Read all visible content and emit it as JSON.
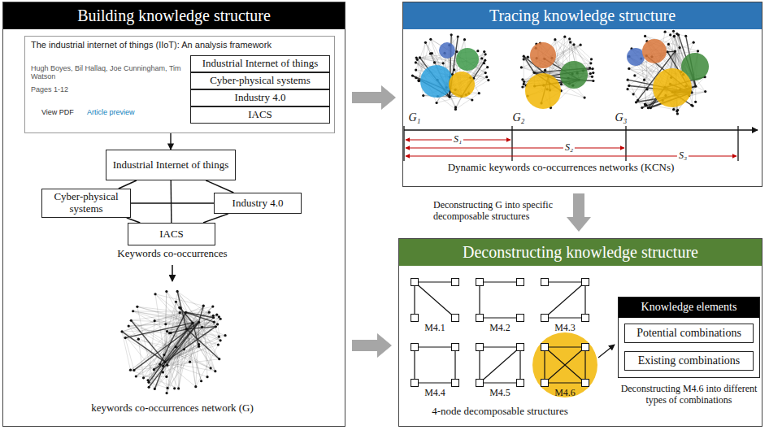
{
  "diagram": {
    "nodes": [
      {
        "text": [
          "Building knowledge structure"
        ]
      },
      {
        "text": [
          "The industrial internet of things (IIoT): An analysis framework",
          "Hugh Boyes, Bil Hallaq, Joe Cunningham, Tim Watson",
          "Pages 1-12",
          "View PDF",
          "Article preview"
        ],
        "in": 0
      },
      {
        "text": [
          "Industrial Internet of things"
        ],
        "in": 1
      },
      {
        "text": [
          "Cyber-physical systems"
        ],
        "in": 1
      },
      {
        "text": [
          "Industry 4.0"
        ],
        "in": 1
      },
      {
        "text": [
          "IACS"
        ],
        "in": 1
      },
      {
        "text": [
          "Industrial Internet of things"
        ],
        "in": 0
      },
      {
        "text": [
          "Cyber-physical systems"
        ],
        "in": 0
      },
      {
        "text": [
          "Industry 4.0"
        ],
        "in": 0
      },
      {
        "text": [
          "IACS"
        ],
        "in": 0
      },
      {
        "text": [
          "Tracing knowledge structure"
        ]
      },
      {
        "text": [
          "Deconstructing knowledge structure"
        ]
      },
      {
        "text": [
          "Knowledge elements"
        ],
        "in": 11
      },
      {
        "text": [
          "Potential combinations"
        ],
        "in": 12
      },
      {
        "text": [
          "Existing combinations"
        ],
        "in": 12
      }
    ],
    "edges": [
      {
        "from": 1,
        "to": 6,
        "arrow": "to"
      },
      {
        "from": 6,
        "to": 7,
        "arrow": "none"
      },
      {
        "from": 6,
        "to": 8,
        "arrow": "none"
      },
      {
        "from": 6,
        "to": 9,
        "arrow": "none"
      },
      {
        "from": 7,
        "to": 8,
        "arrow": "none"
      },
      {
        "from": 7,
        "to": 9,
        "arrow": "none"
      },
      {
        "from": 8,
        "to": 9,
        "arrow": "none"
      },
      {
        "from": 0,
        "to": 10,
        "arrow": "to"
      },
      {
        "from": 0,
        "to": 11,
        "arrow": "to"
      },
      {
        "from": 10,
        "to": 11,
        "label": "Deconstructing G into specific decomposable structures",
        "arrow": "to"
      }
    ],
    "labels": [
      "Keywords co-occurrences",
      "keywords co-occurrences network (G)",
      "G₁",
      "G₂",
      "G₃",
      "S₁",
      "S₂",
      "S₃",
      "Dynamic keywords co-occurrences networks (KCNs)",
      "M4.1",
      "M4.2",
      "M4.3",
      "M4.4",
      "M4.5",
      "M4.6",
      "4-node decomposable structures",
      "Deconstructing M4.6 into different types of combinations"
    ]
  }
}
